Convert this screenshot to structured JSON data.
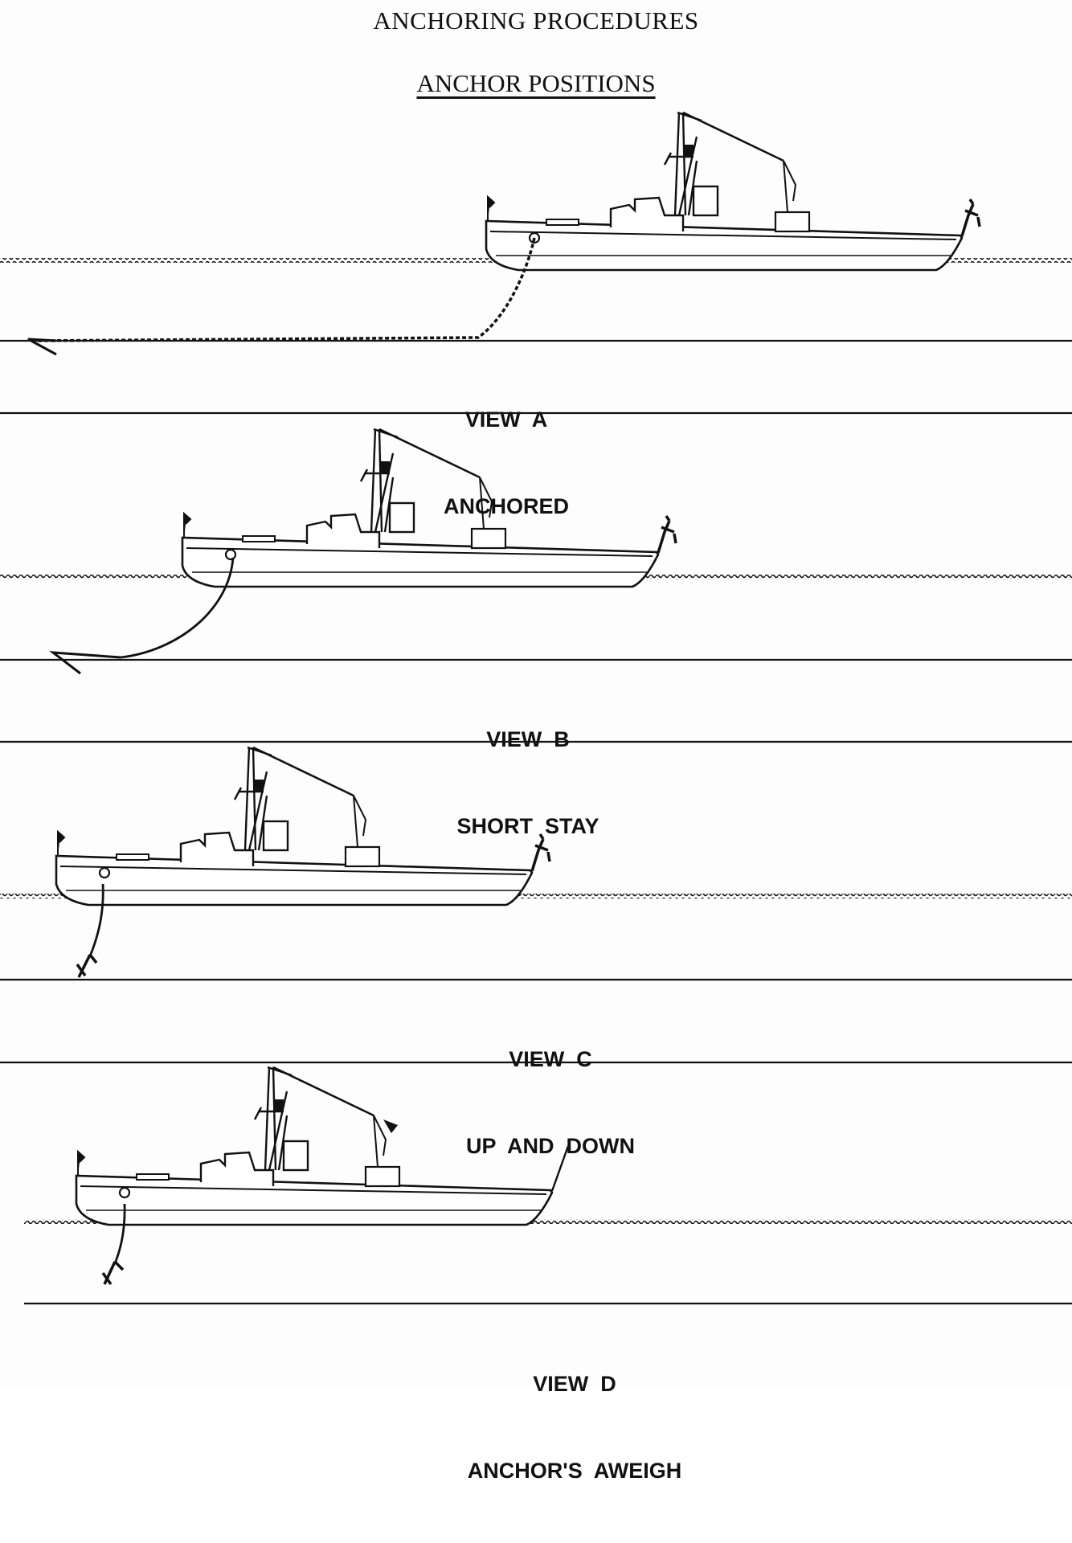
{
  "document": {
    "title": "ANCHORING PROCEDURES",
    "subtitle": "ANCHOR POSITIONS"
  },
  "views": [
    {
      "id": "a",
      "view": "VIEW  A",
      "caption": "ANCHORED"
    },
    {
      "id": "b",
      "view": "VIEW  B",
      "caption": "SHORT  STAY"
    },
    {
      "id": "c",
      "view": "VIEW  C",
      "caption": "UP  AND  DOWN"
    },
    {
      "id": "d",
      "view": "VIEW  D",
      "caption": "ANCHOR'S  AWEIGH"
    }
  ],
  "colors": {
    "ink": "#111111",
    "paper": "#fdfdfd"
  }
}
